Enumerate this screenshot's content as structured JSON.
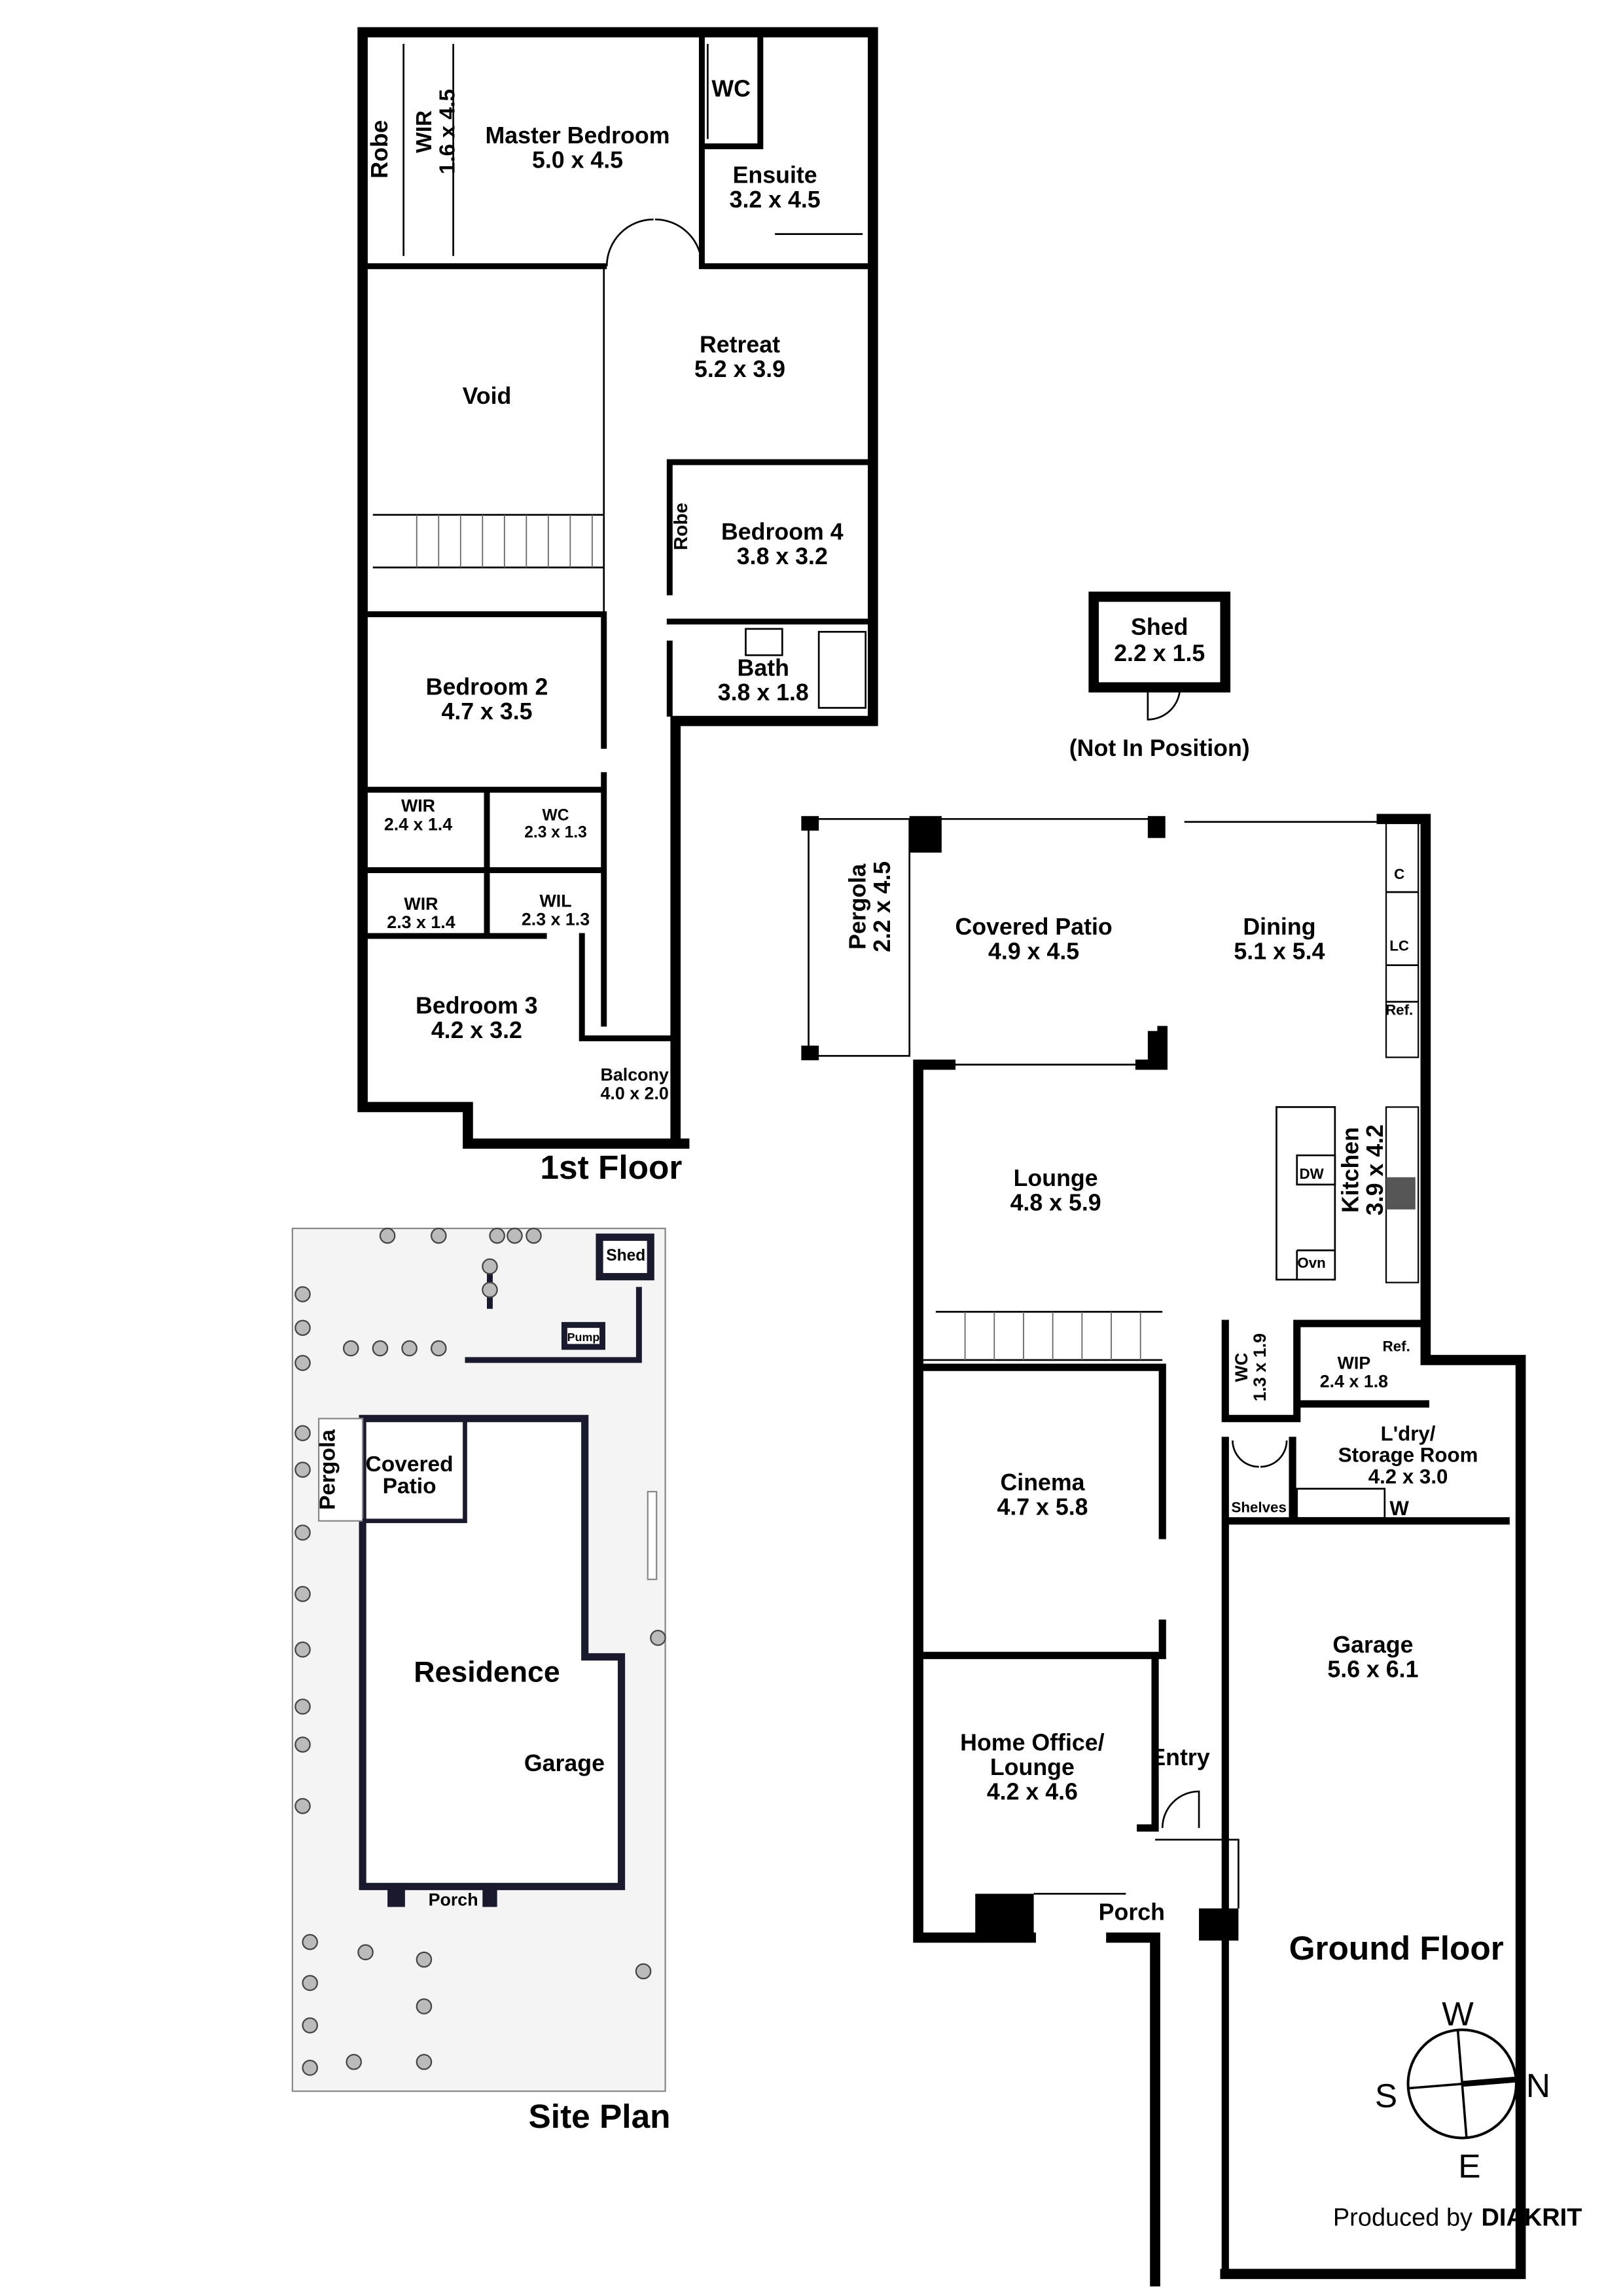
{
  "first_floor": {
    "title": "1st Floor",
    "rooms": [
      {
        "name": "Master Bedroom",
        "size": "5.0 x 4.5"
      },
      {
        "name": "Ensuite",
        "size": "3.2 x 4.5"
      },
      {
        "name": "WC",
        "size": ""
      },
      {
        "name": "Robe",
        "size": ""
      },
      {
        "name": "WIR",
        "size": "1.6 x 4.5"
      },
      {
        "name": "Void",
        "size": ""
      },
      {
        "name": "Retreat",
        "size": "5.2 x 3.9"
      },
      {
        "name": "Robe",
        "size": ""
      },
      {
        "name": "Bedroom 4",
        "size": "3.8 x 3.2"
      },
      {
        "name": "Bath",
        "size": "3.8 x 1.8"
      },
      {
        "name": "Bedroom 2",
        "size": "4.7 x 3.5"
      },
      {
        "name": "WIR",
        "size": "2.4 x 1.4"
      },
      {
        "name": "WC",
        "size": "2.3 x 1.3"
      },
      {
        "name": "WIR",
        "size": "2.3 x 1.4"
      },
      {
        "name": "WIL",
        "size": "2.3 x 1.3"
      },
      {
        "name": "Bedroom 3",
        "size": "4.2 x 3.2"
      },
      {
        "name": "Balcony",
        "size": "4.0 x 2.0"
      }
    ]
  },
  "ground_floor": {
    "title": "Ground Floor",
    "rooms": [
      {
        "name": "Pergola",
        "size": "2.2 x 4.5"
      },
      {
        "name": "Covered Patio",
        "size": "4.9 x 4.5"
      },
      {
        "name": "Dining",
        "size": "5.1 x 5.4"
      },
      {
        "name": "C",
        "size": ""
      },
      {
        "name": "LC",
        "size": ""
      },
      {
        "name": "Ref.",
        "size": ""
      },
      {
        "name": "Kitchen",
        "size": "3.9 x 4.2"
      },
      {
        "name": "DW",
        "size": ""
      },
      {
        "name": "Ovn",
        "size": ""
      },
      {
        "name": "Lounge",
        "size": "4.8 x 5.9"
      },
      {
        "name": "WC",
        "size": "1.3 x 1.9"
      },
      {
        "name": "WIP",
        "size": "2.4 x 1.8"
      },
      {
        "name": "Ref.",
        "size": ""
      },
      {
        "name": "L'dry/ Storage Room",
        "size": "4.2 x 3.0"
      },
      {
        "name": "Shelves",
        "size": ""
      },
      {
        "name": "W",
        "size": ""
      },
      {
        "name": "Cinema",
        "size": "4.7 x 5.8"
      },
      {
        "name": "Garage",
        "size": "5.6 x 6.1"
      },
      {
        "name": "Home Office/ Lounge",
        "size": "4.2 x 4.6"
      },
      {
        "name": "Entry",
        "size": ""
      },
      {
        "name": "Porch",
        "size": ""
      }
    ]
  },
  "shed": {
    "name": "Shed",
    "size": "2.2 x 1.5",
    "note": "(Not In Position)"
  },
  "site_plan": {
    "title": "Site Plan",
    "labels": [
      "Shed",
      "Pump",
      "Pergola",
      "Covered Patio",
      "Residence",
      "Garage",
      "Porch"
    ]
  },
  "compass": {
    "north": "N",
    "south": "S",
    "east": "E",
    "west": "W"
  },
  "credit": {
    "prefix": "Produced by",
    "brand": "DIAKRIT"
  }
}
